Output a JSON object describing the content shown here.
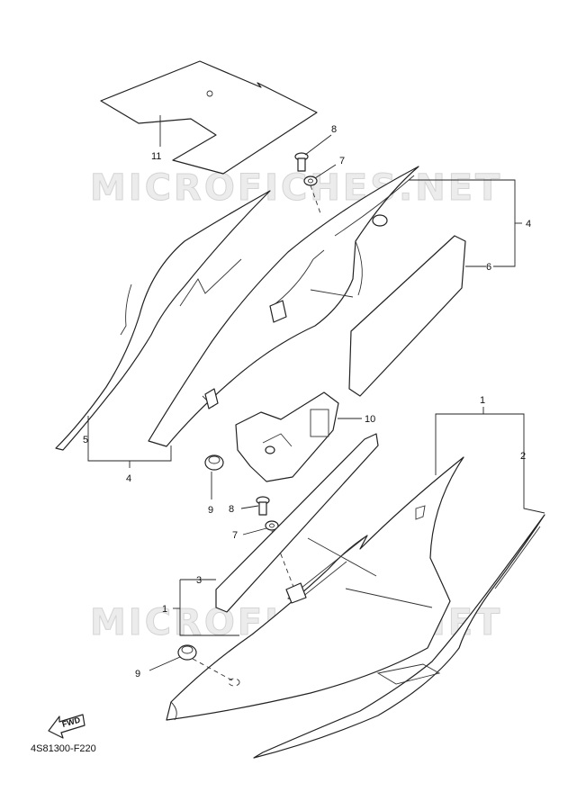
{
  "watermark": {
    "text_top": "MICROFICHES.NET",
    "text_bottom": "MICROFICHES.NET"
  },
  "callouts": {
    "c11": "11",
    "c8_top": "8",
    "c7_top": "7",
    "c4_top": "4",
    "c6": "6",
    "c5": "5",
    "c4_bottom": "4",
    "c10": "10",
    "c9_top": "9",
    "c1_right": "1",
    "c2": "2",
    "c8_bottom": "8",
    "c7_bottom": "7",
    "c3": "3",
    "c1_left": "1",
    "c9_bottom": "9"
  },
  "fwd_label": "FWD",
  "diagram_code": "4S81300-F220",
  "colors": {
    "line": "#222222",
    "watermark": "#d4d4d4"
  }
}
